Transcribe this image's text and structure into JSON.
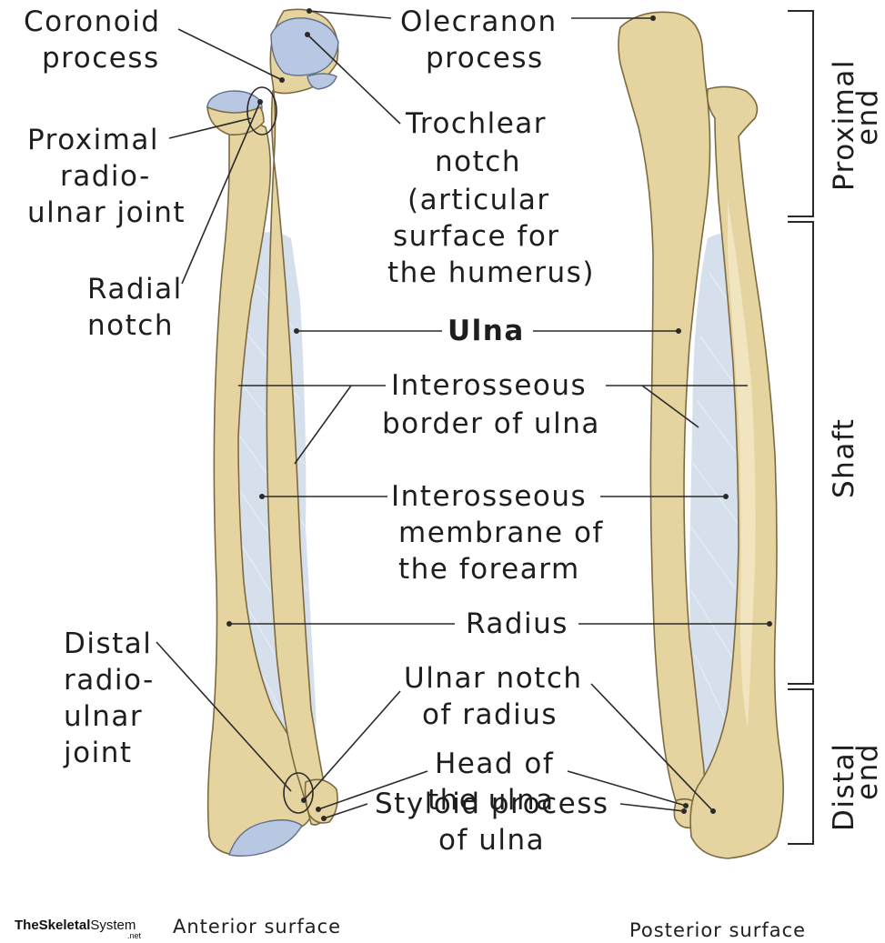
{
  "labels": {
    "coronoid_process": [
      "Coronoid",
      "process"
    ],
    "olecranon_process": [
      "Olecranon",
      "process"
    ],
    "trochlear_notch": [
      "Trochlear",
      "notch",
      "(articular",
      "surface for",
      "the humerus)"
    ],
    "proximal_radioulnar_joint": [
      "Proximal",
      "radio-",
      "ulnar joint"
    ],
    "radial_notch": [
      "Radial",
      "notch"
    ],
    "ulna": "Ulna",
    "interosseous_border": [
      "Interosseous",
      "border of ulna"
    ],
    "interosseous_membrane": [
      "Interosseous",
      "membrane of",
      "the forearm"
    ],
    "radius": "Radius",
    "distal_radioulnar_joint": [
      "Distal",
      "radio-",
      "ulnar",
      "joint"
    ],
    "ulnar_notch_of_radius": [
      "Ulnar notch",
      "of radius"
    ],
    "head_of_ulna": [
      "Head of",
      "the ulna"
    ],
    "styloid_process": [
      "Styloid process",
      "of ulna"
    ]
  },
  "regions": {
    "proximal": [
      "Proximal",
      "end"
    ],
    "shaft": "Shaft",
    "distal": [
      "Distal",
      "end"
    ]
  },
  "captions": {
    "anterior": "Anterior surface",
    "posterior": "Posterior surface"
  },
  "logo": {
    "strong": "TheSkeletal",
    "light": "System",
    "suffix": ".net"
  },
  "colors": {
    "bone": "#e6d4a0",
    "cartilage": "#b9c8e2",
    "membrane": "#cfdbe9",
    "text": "#1e1e1e"
  }
}
